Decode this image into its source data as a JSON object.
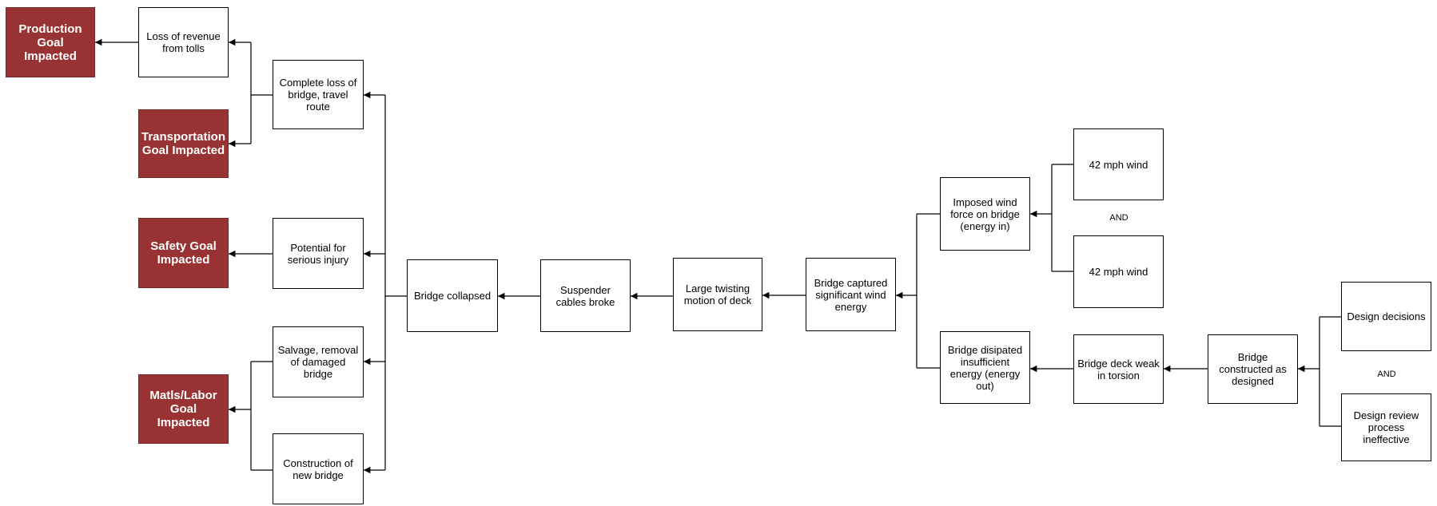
{
  "goals": {
    "production": "Production Goal Impacted",
    "transportation": "Transportation Goal Impacted",
    "safety": "Safety Goal Impacted",
    "matls_labor": "Matls/Labor Goal Impacted"
  },
  "consequences": {
    "loss_of_revenue": "Loss of revenue from tolls",
    "complete_loss": "Complete loss of bridge, travel route",
    "potential_injury": "Potential for serious injury",
    "salvage": "Salvage, removal of damaged bridge",
    "construction": "Construction of new bridge"
  },
  "chain": {
    "bridge_collapsed": "Bridge collapsed",
    "suspender_cables": "Suspender cables broke",
    "twisting_motion": "Large twisting motion of deck",
    "captured_energy": "Bridge captured significant wind energy",
    "imposed_wind": "Imposed wind force on bridge (energy in)",
    "dissipated_energy": "Bridge disipated insufficient energy (energy out)",
    "wind_1": "42 mph wind",
    "wind_2": "42 mph wind",
    "deck_weak": "Bridge deck weak in torsion",
    "constructed": "Bridge constructed as designed",
    "design_decisions": "Design decisions",
    "design_review": "Design review process ineffective"
  },
  "gates": {
    "and_wind": "AND",
    "and_design": "AND"
  },
  "colors": {
    "goal_fill": "#993333",
    "line": "#000000"
  }
}
